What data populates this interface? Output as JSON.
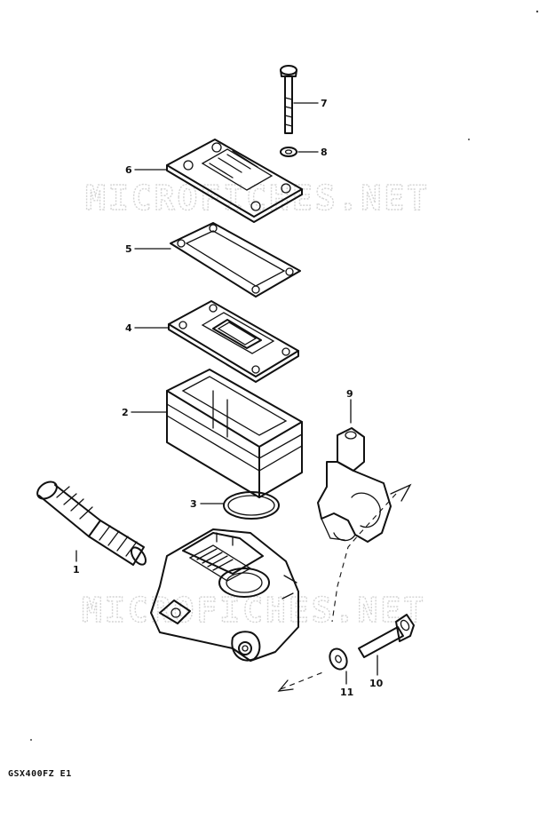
{
  "watermark": "MICROFICHES.NET",
  "model_code": "GSX400FZ E1",
  "callouts": [
    "1",
    "2",
    "3",
    "4",
    "5",
    "6",
    "7",
    "8",
    "9",
    "10",
    "11"
  ],
  "colors": {
    "ink": "#111111",
    "watermark": "#d4d4d4",
    "background": "#ffffff"
  }
}
